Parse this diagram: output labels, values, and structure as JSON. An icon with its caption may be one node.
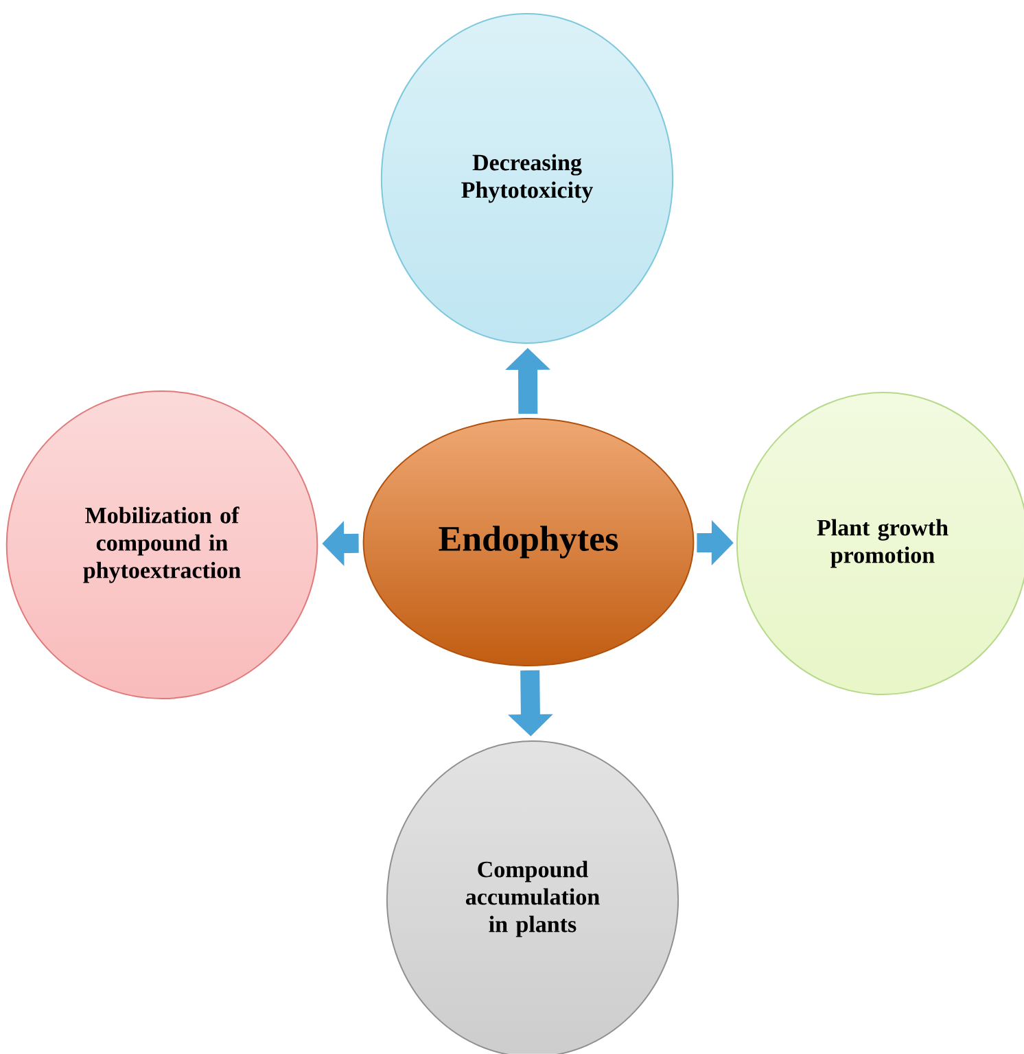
{
  "diagram": {
    "nodes": [
      {
        "text": [
          "Decreasing Phytotoxicity"
        ]
      },
      {
        "text": [
          "Mobilization of compound in phytoextraction"
        ]
      },
      {
        "text": [
          "Endophytes"
        ]
      },
      {
        "text": [
          "Plant growth promotion"
        ]
      },
      {
        "text": [
          "Compound accumulation in plants"
        ]
      }
    ],
    "edges": [
      {
        "from": 2,
        "to": 0,
        "arrow": "to"
      },
      {
        "from": 2,
        "to": 1,
        "arrow": "to"
      },
      {
        "from": 2,
        "to": 3,
        "arrow": "to"
      },
      {
        "from": 2,
        "to": 4,
        "arrow": "to"
      }
    ]
  }
}
